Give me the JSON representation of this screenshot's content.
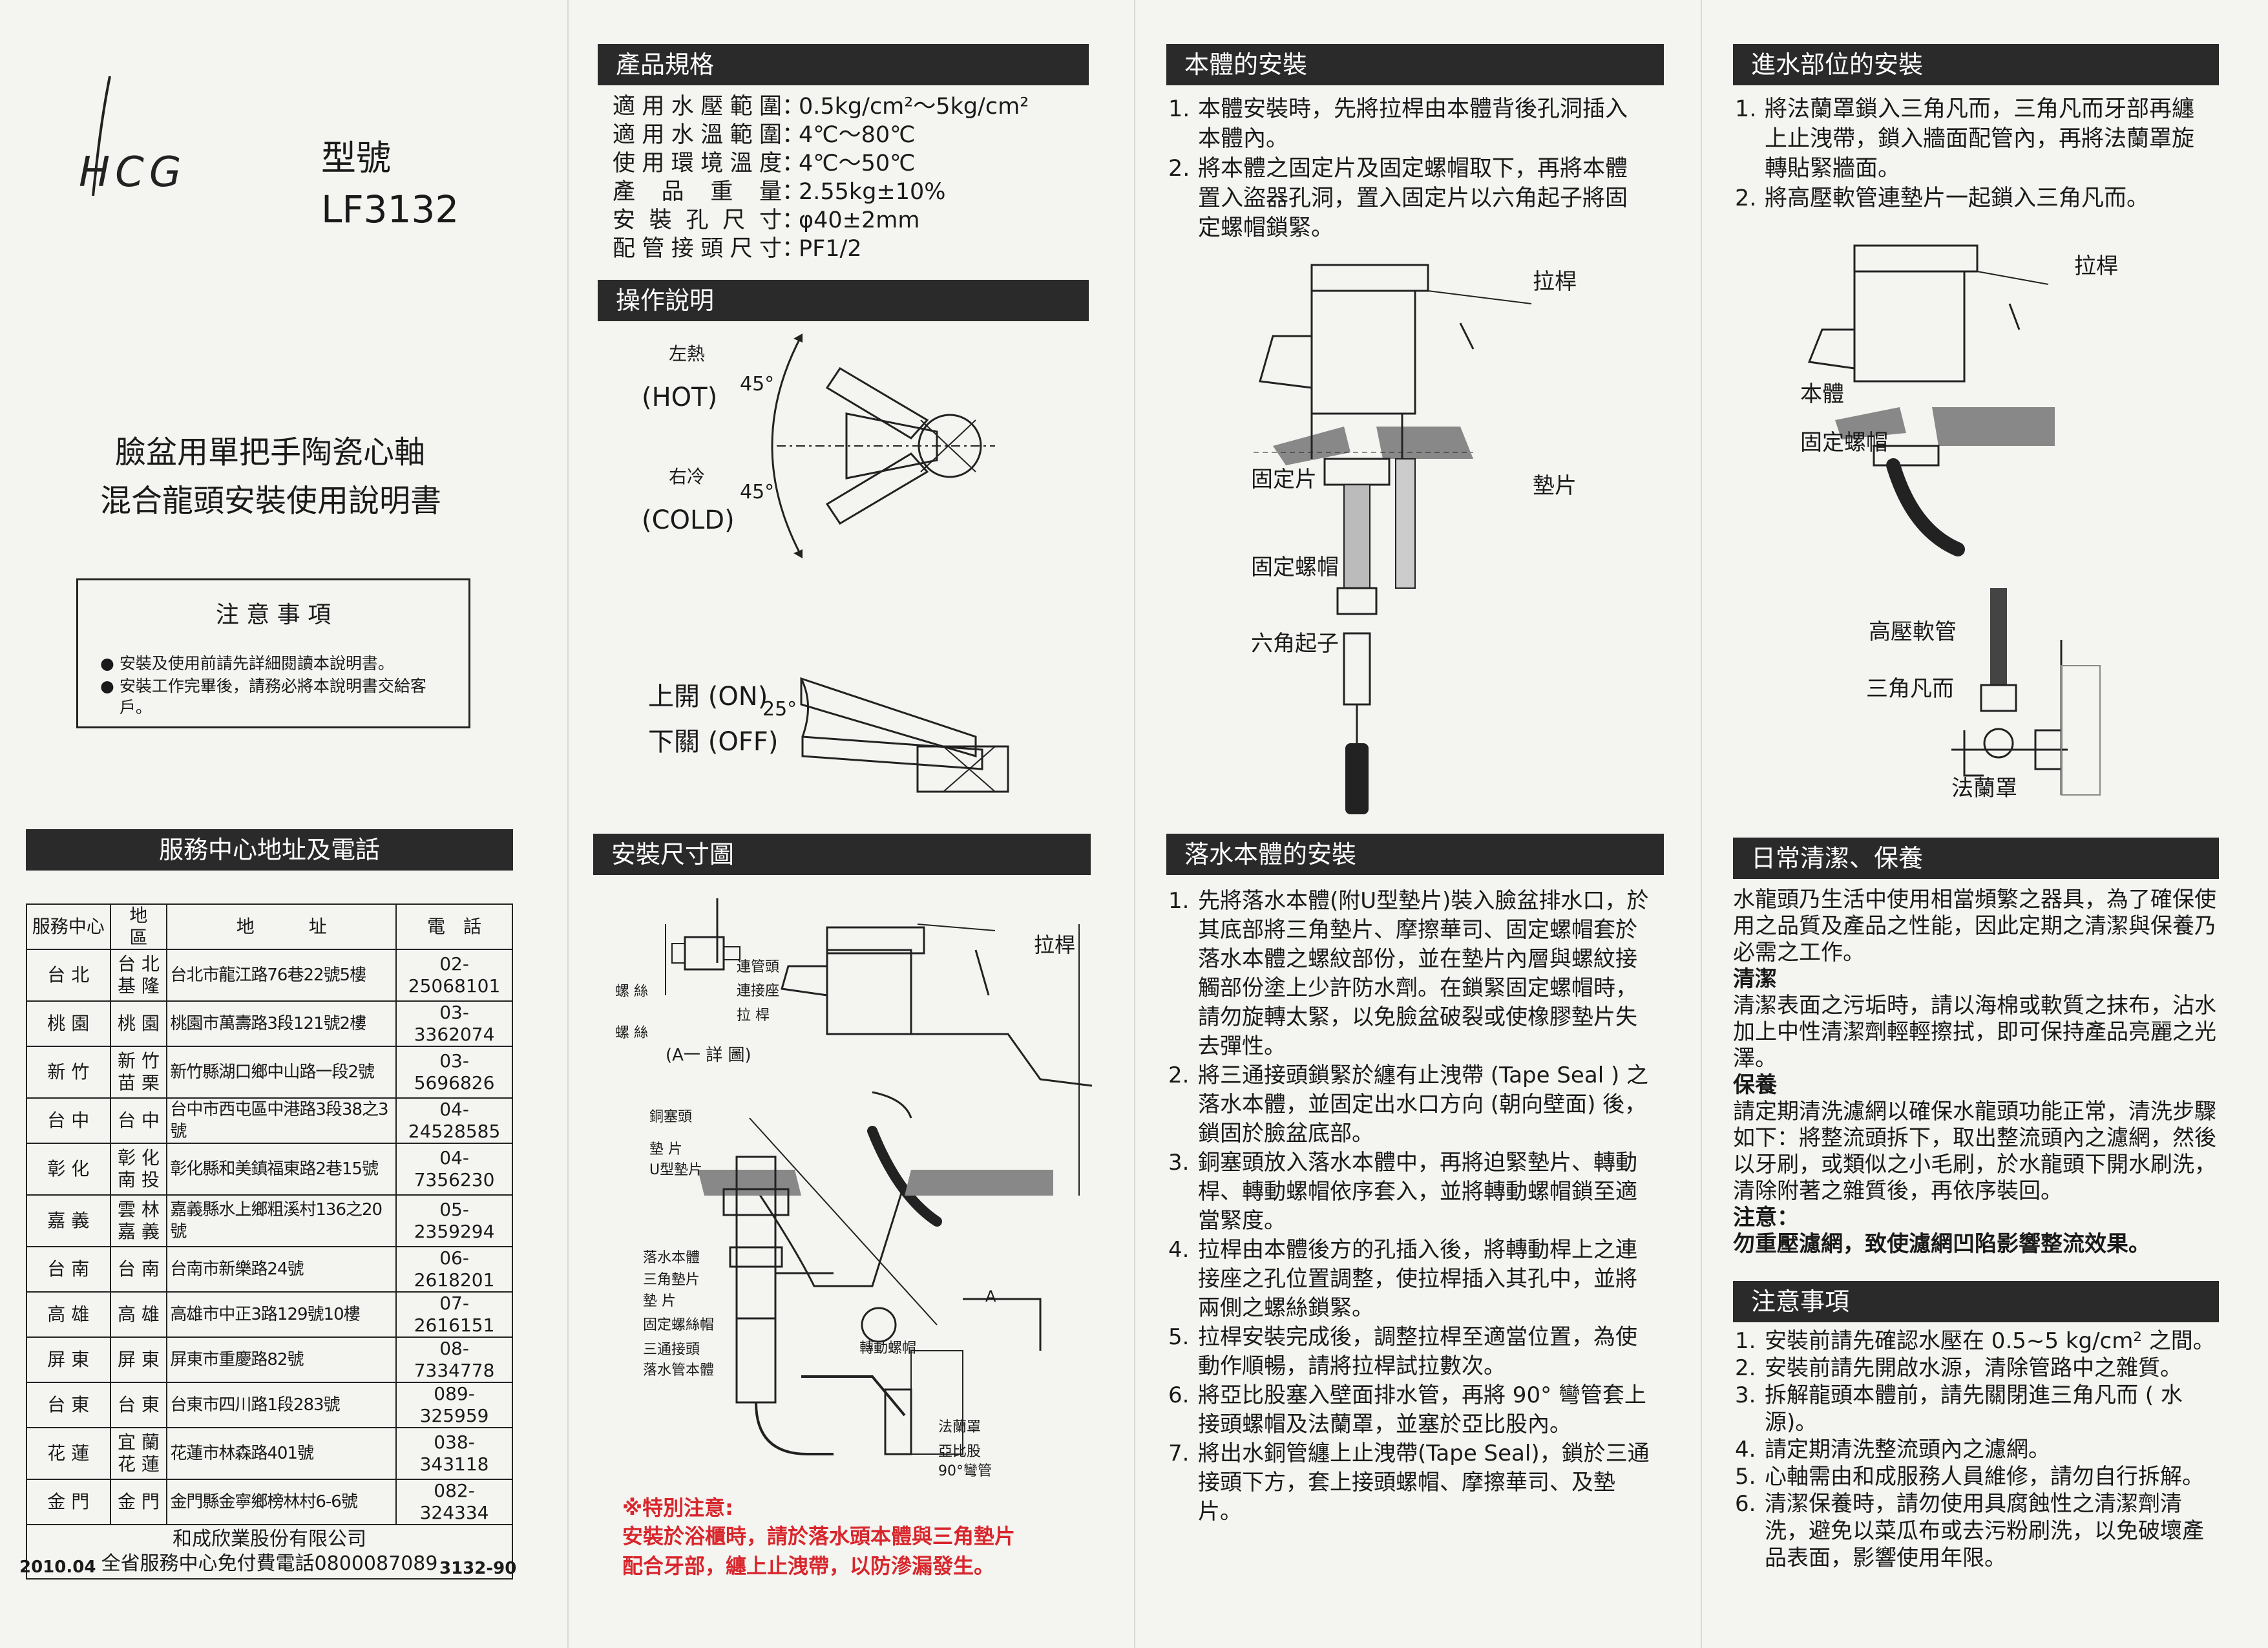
{
  "brand": "HCG",
  "model_label": "型號",
  "model": "LF3132",
  "title_line1": "臉盆用單把手陶瓷心軸",
  "title_line2": "混合龍頭安裝使用說明書",
  "notice_box": {
    "title": "注 意 事 項",
    "items": [
      "安裝及使用前請先詳細閱讀本說明書。",
      "安裝工作完畢後，請務必將本說明書交給客戶。"
    ]
  },
  "service": {
    "header": "服務中心地址及電話",
    "columns": [
      "服務中心",
      "地　區",
      "地　　　址",
      "電　話"
    ],
    "rows": [
      {
        "center": "台 北",
        "regions": [
          "台 北",
          "基 隆"
        ],
        "address": "台北市龍江路76巷22號5樓",
        "phone": "02-25068101"
      },
      {
        "center": "桃 園",
        "regions": [
          "桃 園"
        ],
        "address": "桃園市萬壽路3段121號2樓",
        "phone": "03-3362074"
      },
      {
        "center": "新 竹",
        "regions": [
          "新 竹",
          "苗 栗"
        ],
        "address": "新竹縣湖口鄉中山路一段2號",
        "phone": "03-5696826"
      },
      {
        "center": "台 中",
        "regions": [
          "台 中"
        ],
        "address": "台中市西屯區中港路3段38之3號",
        "phone": "04-24528585"
      },
      {
        "center": "彰 化",
        "regions": [
          "彰 化",
          "南 投"
        ],
        "address": "彰化縣和美鎮福東路2巷15號",
        "phone": "04-7356230"
      },
      {
        "center": "嘉 義",
        "regions": [
          "雲 林",
          "嘉 義"
        ],
        "address": "嘉義縣水上鄉粗溪村136之20號",
        "phone": "05-2359294"
      },
      {
        "center": "台 南",
        "regions": [
          "台 南"
        ],
        "address": "台南市新樂路24號",
        "phone": "06-2618201"
      },
      {
        "center": "高 雄",
        "regions": [
          "高 雄"
        ],
        "address": "高雄市中正3路129號10樓",
        "phone": "07-2616151"
      },
      {
        "center": "屏 東",
        "regions": [
          "屏 東"
        ],
        "address": "屏東市重慶路82號",
        "phone": "08-7334778"
      },
      {
        "center": "台 東",
        "regions": [
          "台 東"
        ],
        "address": "台東市四川路1段283號",
        "phone": "089-325959"
      },
      {
        "center": "花 蓮",
        "regions": [
          "宜 蘭",
          "花 蓮"
        ],
        "address": "花蓮市林森路401號",
        "phone": "038-343118"
      },
      {
        "center": "金 門",
        "regions": [
          "金 門"
        ],
        "address": "金門縣金寧鄉榜林村6-6號",
        "phone": "082-324334"
      }
    ],
    "company": "和成欣業股份有限公司",
    "hotline": "全省服務中心免付費電話0800087089"
  },
  "footer_left": "2010.04",
  "footer_code": "3132-90",
  "spec": {
    "header": "產品規格",
    "rows": [
      {
        "k": "適用水壓範圍",
        "v": "0.5kg/cm²～5kg/cm²"
      },
      {
        "k": "適用水溫範圍",
        "v": "4℃～80℃"
      },
      {
        "k": "使用環境溫度",
        "v": "4℃～50℃"
      },
      {
        "k": "產品重量",
        "v": "2.55kg±10%"
      },
      {
        "k": "安裝孔尺寸",
        "v": "φ40±2mm"
      },
      {
        "k": "配管接頭尺寸",
        "v": "PF1/2"
      }
    ]
  },
  "operation": {
    "header": "操作說明",
    "hot_cn": "左熱",
    "hot_en": "(HOT)",
    "cold_cn": "右冷",
    "cold_en": "(COLD)",
    "angle_lr": "45°",
    "on": "上開 (ON)",
    "off": "下關 (OFF)",
    "angle_ud": "25°"
  },
  "dimension": {
    "header": "安裝尺寸圖",
    "lever": "拉桿",
    "labels": [
      "螺 絲",
      "螺 絲",
      "連管頭",
      "連接座",
      "拉 桿",
      "(A一 詳 圖)",
      "銅塞頭",
      "墊 片",
      "U型墊片",
      "落水本體",
      "三角墊片",
      "墊 片",
      "固定螺絲帽",
      "三通接頭",
      "落水管本體",
      "轉動螺帽",
      "法蘭罩",
      "亞比股",
      "90°彎管",
      "A"
    ],
    "warn_title": "※特別注意:",
    "warn_line1": "安裝於浴櫃時，請於落水頭本體與三角墊片",
    "warn_line2": "配合牙部，纏上止洩帶，以防滲漏發生。"
  },
  "body_install": {
    "header": "本體的安裝",
    "steps": [
      "本體安裝時，先將拉桿由本體背後孔洞插入本體內。",
      "將本體之固定片及固定螺帽取下，再將本體置入盜器孔洞，置入固定片以六角起子將固定螺帽鎖緊。"
    ],
    "labels": {
      "lever": "拉桿",
      "plate": "固定片",
      "gasket": "墊片",
      "nut": "固定螺帽",
      "key": "六角起子"
    }
  },
  "drain_install": {
    "header": "落水本體的安裝",
    "steps": [
      "先將落水本體(附U型墊片)裝入臉盆排水口，於其底部將三角墊片、摩擦華司、固定螺帽套於落水本體之螺紋部份，並在墊片內層與螺紋接觸部份塗上少許防水劑。在鎖緊固定螺帽時，請勿旋轉太緊，以免臉盆破裂或使橡膠墊片失去彈性。",
      "將三通接頭鎖緊於纏有止洩帶 (Tape Seal ) 之落水本體，並固定出水口方向 (朝向壁面) 後，鎖固於臉盆底部。",
      "銅塞頭放入落水本體中，再將迫緊墊片、轉動桿、轉動螺帽依序套入，並將轉動螺帽鎖至適當緊度。",
      "拉桿由本體後方的孔插入後，將轉動桿上之連接座之孔位置調整，使拉桿插入其孔中，並將兩側之螺絲鎖緊。",
      "拉桿安裝完成後，調整拉桿至適當位置，為使動作順暢，請將拉桿試拉數次。",
      "將亞比股塞入壁面排水管，再將 90° 彎管套上接頭螺帽及法蘭罩，並塞於亞比股內。",
      "將出水銅管纏上止洩帶(Tape Seal)，鎖於三通接頭下方，套上接頭螺帽、摩擦華司、及墊片。"
    ]
  },
  "inlet_install": {
    "header": "進水部位的安裝",
    "steps": [
      "將法蘭罩鎖入三角凡而，三角凡而牙部再纏上止洩帶，鎖入牆面配管內，再將法蘭罩旋轉貼緊牆面。",
      "將高壓軟管連墊片一起鎖入三角凡而。"
    ],
    "labels": {
      "lever": "拉桿",
      "body": "本體",
      "nut": "固定螺帽",
      "hose": "高壓軟管",
      "valve": "三角凡而",
      "flange": "法蘭罩"
    }
  },
  "care": {
    "header": "日常清潔、保養",
    "intro": "水龍頭乃生活中使用相當頻繁之器具，為了確保使用之品質及產品之性能，因此定期之清潔與保養乃必需之工作。",
    "clean_title": "清潔",
    "clean_text": "清潔表面之污垢時，請以海棉或軟質之抹布，沾水加上中性清潔劑輕輕擦拭，即可保持產品亮麗之光澤。",
    "maint_title": "保養",
    "maint_text": "請定期清洗濾網以確保水龍頭功能正常，清洗步驟如下：將整流頭拆下，取出整流頭內之濾網，然後以牙刷，或類似之小毛刷，於水龍頭下開水刷洗，清除附著之雜質後，再依序裝回。",
    "note_title": "注意：",
    "note_text": "勿重壓濾網，致使濾網凹陷影響整流效果。"
  },
  "caution": {
    "header": "注意事項",
    "items": [
      "安裝前請先確認水壓在 0.5~5 kg/cm² 之間。",
      "安裝前請先開啟水源，清除管路中之雜質。",
      "拆解龍頭本體前，請先關閉進三角凡而 ( 水源)。",
      "請定期清洗整流頭內之濾網。",
      "心軸需由和成服務人員維修，請勿自行拆解。",
      "清潔保養時，請勿使用具腐蝕性之清潔劑清洗，避免以菜瓜布或去污粉刷洗，以免破壞產品表面，影響使用年限。"
    ]
  }
}
